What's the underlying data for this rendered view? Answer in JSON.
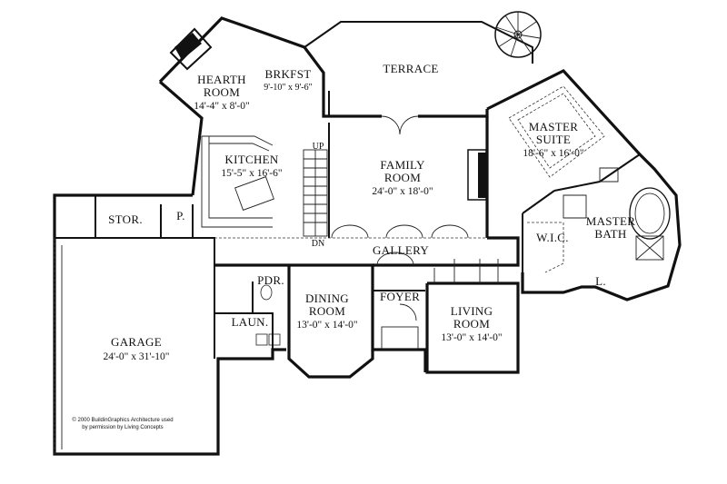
{
  "rooms": {
    "hearth": {
      "name_1": "HEARTH",
      "name_2": "ROOM",
      "dim": "14'-4\" x 8'-0\""
    },
    "brkfst": {
      "name": "BRKFST",
      "dim": "9'-10\" x 9'-6\""
    },
    "terrace": {
      "name": "TERRACE"
    },
    "kitchen": {
      "name": "KITCHEN",
      "dim": "15'-5\" x 16'-6\""
    },
    "family": {
      "name_1": "FAMILY",
      "name_2": "ROOM",
      "dim": "24'-0\" x 18'-0\""
    },
    "master_suite": {
      "name_1": "MASTER",
      "name_2": "SUITE",
      "dim": "18'-6\" x 16'-0\""
    },
    "master_bath": {
      "name_1": "MASTER",
      "name_2": "BATH"
    },
    "wic": {
      "name": "W.I.C."
    },
    "stor": {
      "name": "STOR."
    },
    "pantry": {
      "name": "P."
    },
    "gallery": {
      "name": "GALLERY"
    },
    "pdr": {
      "name": "PDR."
    },
    "dining": {
      "name_1": "DINING",
      "name_2": "ROOM",
      "dim": "13'-0\" x 14'-0\""
    },
    "foyer": {
      "name": "FOYER"
    },
    "living": {
      "name_1": "LIVING",
      "name_2": "ROOM",
      "dim": "13'-0\" x 14'-0\""
    },
    "laun": {
      "name": "LAUN."
    },
    "garage": {
      "name": "GARAGE",
      "dim": "24'-0\" x 31'-10\""
    },
    "linen": {
      "name": "L."
    }
  },
  "stairs": {
    "up": "UP",
    "dn": "DN"
  },
  "copyright": {
    "line_1": "© 2000 BuildinGraphics Architecture used",
    "line_2": "by permission by Living Concepts"
  }
}
